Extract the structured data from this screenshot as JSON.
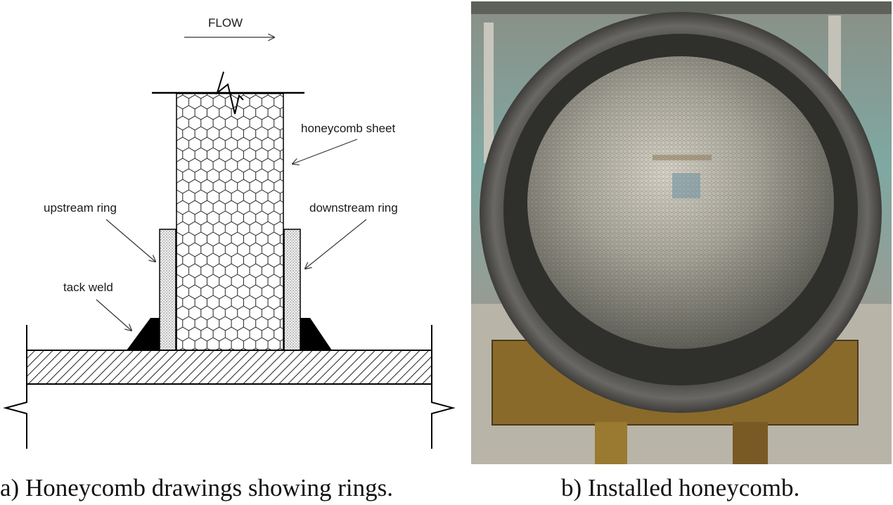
{
  "drawing": {
    "flow_label": "FLOW",
    "labels": {
      "honeycomb_sheet": "honeycomb sheet",
      "upstream_ring": "upstream ring",
      "downstream_ring": "downstream ring",
      "tack_weld": "tack weld"
    }
  },
  "captions": {
    "a": "a) Honeycomb drawings showing rings.",
    "b": "b)  Installed honeycomb."
  }
}
